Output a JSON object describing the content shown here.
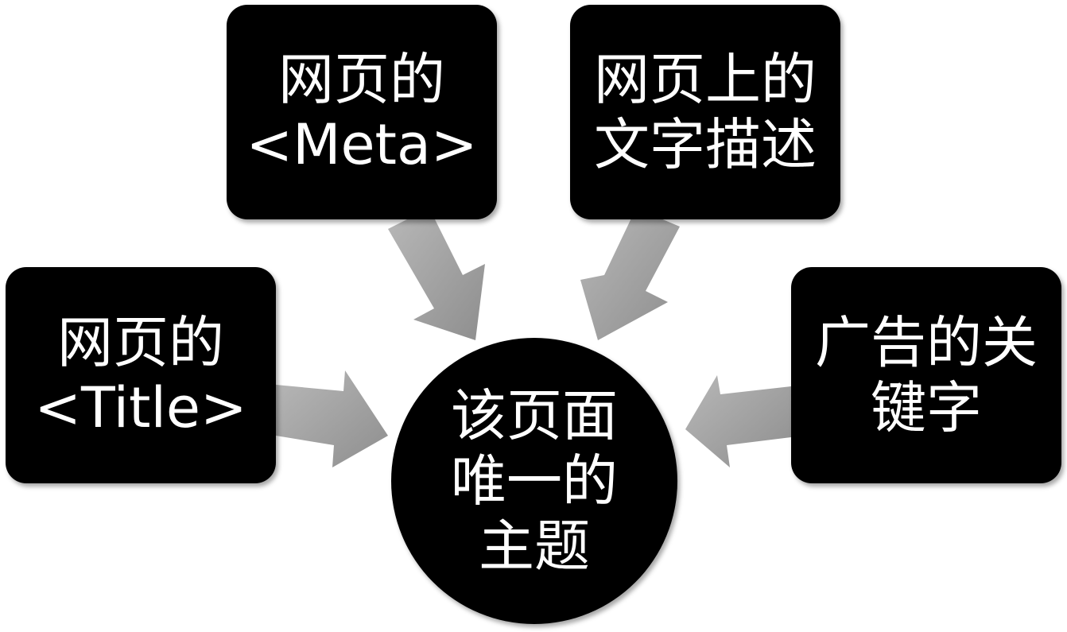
{
  "diagram": {
    "center": {
      "lines": [
        "该页面",
        "唯一的",
        "主题"
      ]
    },
    "sources": {
      "meta": {
        "lines": [
          "网页的",
          "<Meta>"
        ]
      },
      "text": {
        "lines": [
          "网页上的",
          "文字描述"
        ]
      },
      "title": {
        "lines": [
          "网页的",
          "<Title>"
        ]
      },
      "ads": {
        "lines": [
          "广告的关",
          "键字"
        ]
      }
    },
    "colors": {
      "node_fill": "#000000",
      "node_text": "#ffffff",
      "arrow_fill": "#9a9a9a"
    }
  }
}
